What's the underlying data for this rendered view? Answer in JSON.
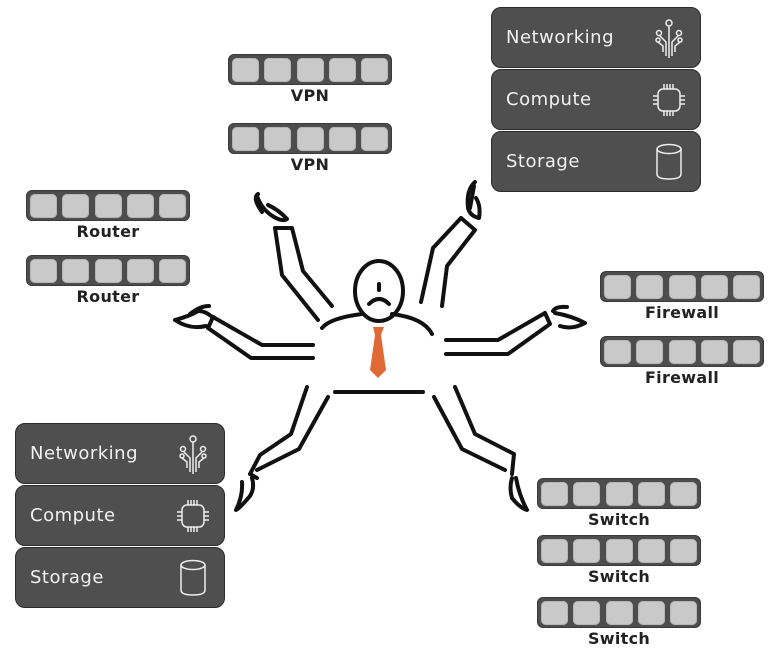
{
  "diagram": {
    "subject": "overwhelmed network administrator juggling many devices",
    "colors": {
      "card_bg": "#4f4f4f",
      "card_text": "#f1f1f1",
      "bar_bg": "#4d4d4d",
      "port": "#c9c9c9",
      "tie": "#e06a35",
      "line": "#111111"
    },
    "stacks": [
      {
        "position": "top-right",
        "items": [
          {
            "label": "Networking",
            "icon": "circuit-tree-icon"
          },
          {
            "label": "Compute",
            "icon": "cpu-chip-icon"
          },
          {
            "label": "Storage",
            "icon": "database-cylinder-icon"
          }
        ]
      },
      {
        "position": "bottom-left",
        "items": [
          {
            "label": "Networking",
            "icon": "circuit-tree-icon"
          },
          {
            "label": "Compute",
            "icon": "cpu-chip-icon"
          },
          {
            "label": "Storage",
            "icon": "database-cylinder-icon"
          }
        ]
      }
    ],
    "devices": [
      {
        "label": "VPN",
        "ports": 5
      },
      {
        "label": "VPN",
        "ports": 5
      },
      {
        "label": "Router",
        "ports": 5
      },
      {
        "label": "Router",
        "ports": 5
      },
      {
        "label": "Firewall",
        "ports": 5
      },
      {
        "label": "Firewall",
        "ports": 5
      },
      {
        "label": "Switch",
        "ports": 5
      },
      {
        "label": "Switch",
        "ports": 5
      },
      {
        "label": "Switch",
        "ports": 5
      }
    ]
  }
}
